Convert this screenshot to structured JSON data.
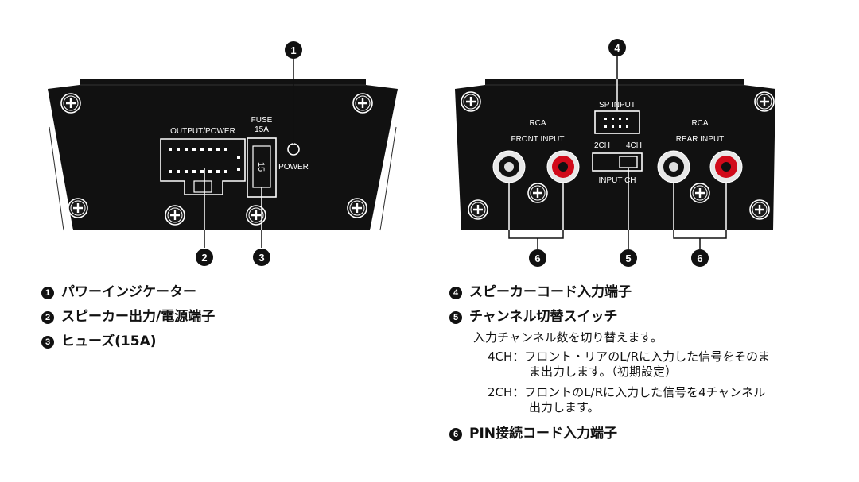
{
  "left_panel": {
    "output_power_label": "OUTPUT/POWER",
    "fuse_label_line1": "FUSE",
    "fuse_label_line2": "15A",
    "fuse_value": "15",
    "power_label": "POWER",
    "callouts": [
      "1",
      "2",
      "3"
    ]
  },
  "right_panel": {
    "sp_input_label": "SP INPUT",
    "front_rca_label": "RCA",
    "front_input_label": "FRONT INPUT",
    "rear_rca_label": "RCA",
    "rear_input_label": "REAR INPUT",
    "switch_2ch_label": "2CH",
    "switch_4ch_label": "4CH",
    "input_ch_label": "INPUT CH",
    "callouts": [
      "4",
      "5",
      "6",
      "6"
    ]
  },
  "legend_left": [
    {
      "num": "1",
      "text": "パワーインジケーター"
    },
    {
      "num": "2",
      "text": "スピーカー出力/電源端子"
    },
    {
      "num": "3",
      "text": "ヒューズ(15A)"
    }
  ],
  "legend_right": [
    {
      "num": "4",
      "text": "スピーカーコード入力端子"
    },
    {
      "num": "5",
      "text": "チャンネル切替スイッチ"
    },
    {
      "num": "6",
      "text": "PIN接続コード入力端子"
    }
  ],
  "switch_description": {
    "intro": "入力チャンネル数を切り替えます。",
    "line_4ch_a": "4CH：フロント・リアのL/Rに入力した信号をそのま",
    "line_4ch_b": "ま出力します。（初期設定）",
    "line_2ch_a": "2CH：フロントのL/Rに入力した信号を4チャンネル",
    "line_2ch_b": "出力します。"
  }
}
